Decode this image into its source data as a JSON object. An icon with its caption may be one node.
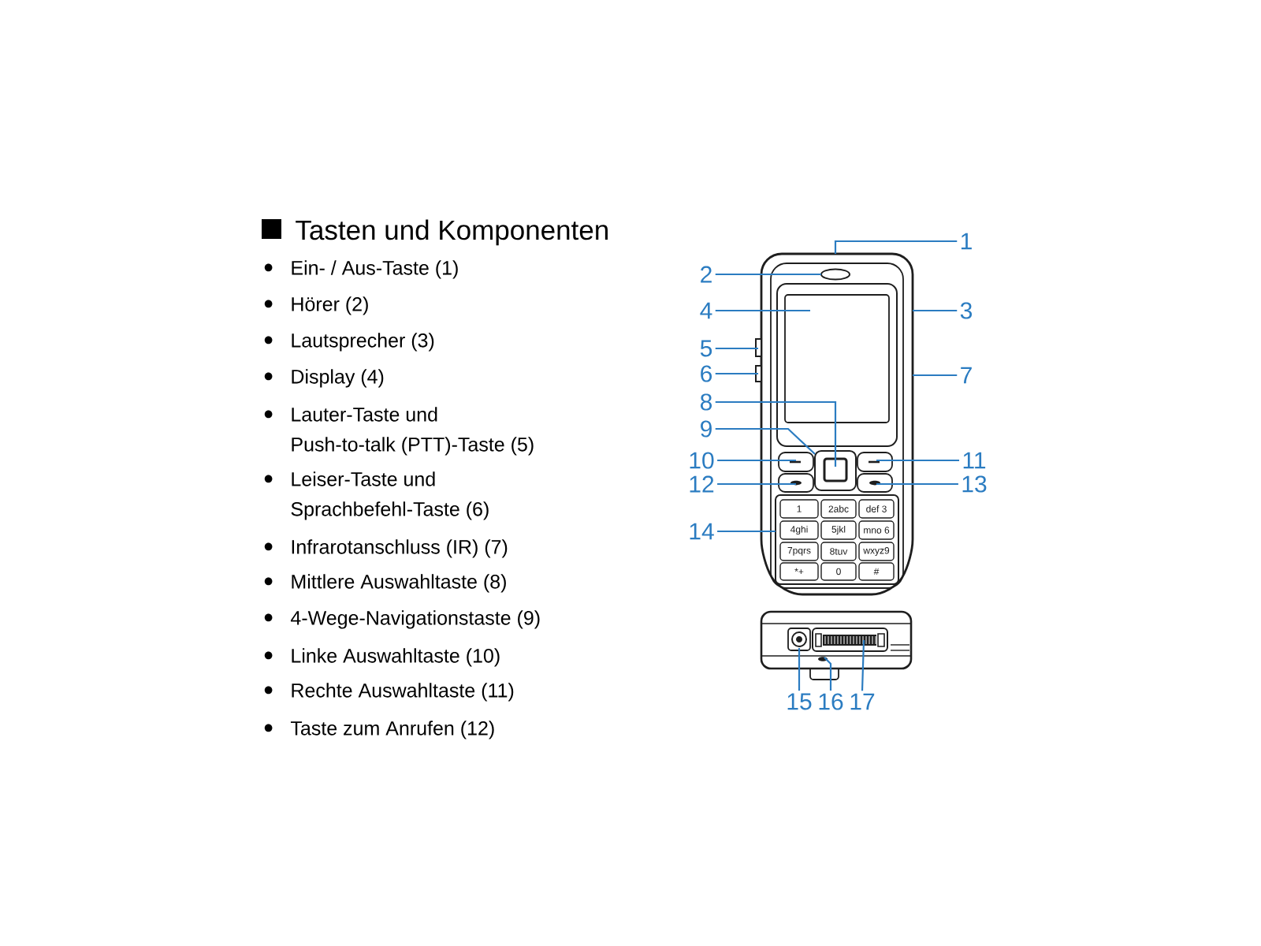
{
  "diagram": {
    "title": "Tasten und Komponenten",
    "nodes": [
      {
        "text": [
          "1"
        ]
      },
      {
        "text": [
          "2"
        ]
      },
      {
        "text": [
          "3"
        ]
      },
      {
        "text": [
          "4"
        ]
      },
      {
        "text": [
          "5"
        ]
      },
      {
        "text": [
          "6"
        ]
      },
      {
        "text": [
          "7"
        ]
      },
      {
        "text": [
          "8"
        ]
      },
      {
        "text": [
          "9"
        ]
      },
      {
        "text": [
          "10"
        ]
      },
      {
        "text": [
          "11"
        ]
      },
      {
        "text": [
          "12"
        ]
      },
      {
        "text": [
          "13"
        ]
      },
      {
        "text": [
          "14"
        ]
      },
      {
        "text": [
          "15"
        ]
      },
      {
        "text": [
          "16"
        ]
      },
      {
        "text": [
          "17"
        ]
      },
      {
        "text": [],
        "shape": "picture"
      },
      {
        "text": [],
        "shape": "picture"
      }
    ],
    "edges": [
      {
        "from": 0,
        "to": 17,
        "arrow": "none"
      },
      {
        "from": 1,
        "to": 17,
        "arrow": "none"
      },
      {
        "from": 2,
        "to": 17,
        "arrow": "none"
      },
      {
        "from": 3,
        "to": 17,
        "arrow": "none"
      },
      {
        "from": 4,
        "to": 17,
        "arrow": "none"
      },
      {
        "from": 5,
        "to": 17,
        "arrow": "none"
      },
      {
        "from": 6,
        "to": 17,
        "arrow": "none"
      },
      {
        "from": 7,
        "to": 17,
        "arrow": "none"
      },
      {
        "from": 8,
        "to": 17,
        "arrow": "none"
      },
      {
        "from": 9,
        "to": 17,
        "arrow": "none"
      },
      {
        "from": 10,
        "to": 17,
        "arrow": "none"
      },
      {
        "from": 11,
        "to": 17,
        "arrow": "none"
      },
      {
        "from": 12,
        "to": 17,
        "arrow": "none"
      },
      {
        "from": 13,
        "to": 17,
        "arrow": "none"
      },
      {
        "from": 14,
        "to": 18,
        "arrow": "none"
      },
      {
        "from": 15,
        "to": 18,
        "arrow": "none"
      },
      {
        "from": 16,
        "to": 18,
        "arrow": "none"
      }
    ],
    "labels": [
      "Ein- / Aus-Taste (1)",
      "Hörer (2)",
      "Lautsprecher (3)",
      "Display (4)",
      "Lauter-Taste und Push-to-talk (PTT)-Taste (5)",
      "Leiser-Taste und Sprachbefehl-Taste (6)",
      "Infrarotanschluss (IR) (7)",
      "Mittlere Auswahltaste (8)",
      "4-Wege-Navigationstaste (9)",
      "Linke Auswahltaste (10)",
      "Rechte Auswahltaste (11)",
      "Taste zum Anrufen (12)",
      "1",
      "2abc",
      "def 3",
      "4ghi",
      "5jkl",
      "mno 6",
      "7pqrs",
      "8tuv",
      "wxyz9",
      "*+",
      "0",
      "#"
    ]
  }
}
